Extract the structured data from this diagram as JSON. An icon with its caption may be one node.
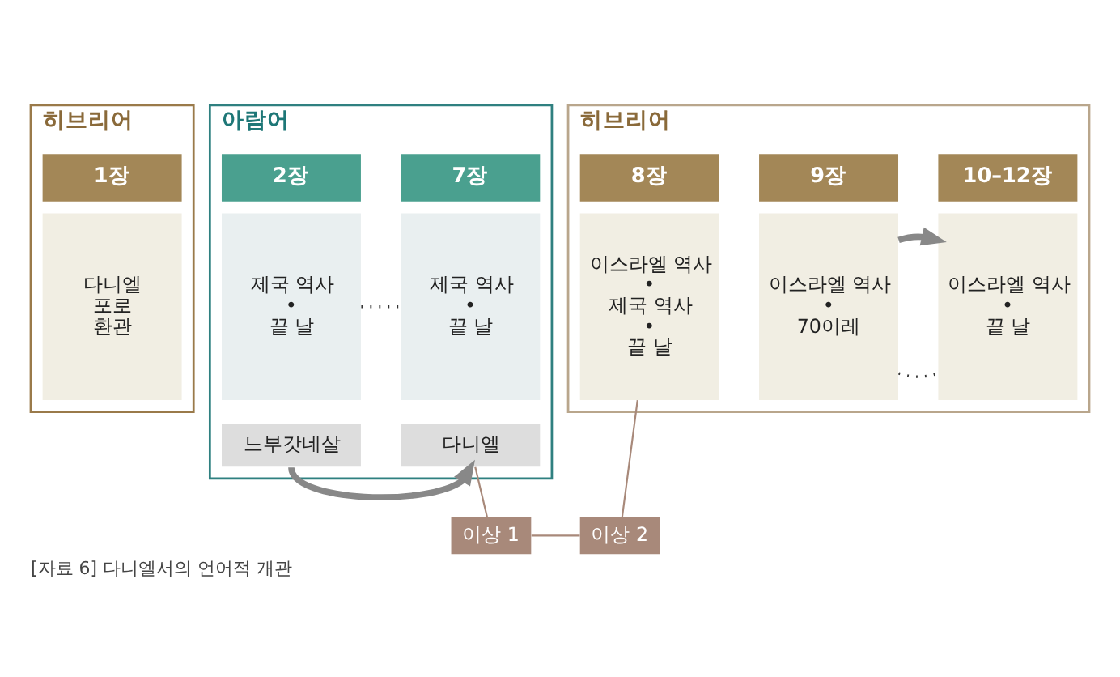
{
  "diagram": {
    "caption": "[자료 6] 다니엘서의 언어적 개관",
    "nodes": [
      {
        "text": [
          "히브리어"
        ]
      },
      {
        "text": [
          "1장"
        ],
        "in": 0
      },
      {
        "text": [
          "다니엘",
          "포로",
          "환관"
        ],
        "in": 0
      },
      {
        "text": [
          "아람어"
        ]
      },
      {
        "text": [
          "2장"
        ],
        "in": 3
      },
      {
        "text": [
          "제국 역사",
          "•",
          "끝 날"
        ],
        "in": 3
      },
      {
        "text": [
          "느부갓네살"
        ],
        "in": 3
      },
      {
        "text": [
          "7장"
        ],
        "in": 3
      },
      {
        "text": [
          "제국 역사",
          "•",
          "끝 날"
        ],
        "in": 3
      },
      {
        "text": [
          "다니엘"
        ],
        "in": 3
      },
      {
        "text": [
          "히브리어"
        ]
      },
      {
        "text": [
          "8장"
        ],
        "in": 10
      },
      {
        "text": [
          "이스라엘 역사",
          "•",
          "제국 역사",
          "•",
          "끝 날"
        ],
        "in": 10
      },
      {
        "text": [
          "9장"
        ],
        "in": 10
      },
      {
        "text": [
          "이스라엘 역사",
          "•",
          "70이레"
        ],
        "in": 10
      },
      {
        "text": [
          "10–12장"
        ],
        "in": 10
      },
      {
        "text": [
          "이스라엘 역사",
          "•",
          "끝 날"
        ],
        "in": 10
      },
      {
        "text": [
          "이상 1"
        ]
      },
      {
        "text": [
          "이상 2"
        ]
      }
    ],
    "edges": [
      {
        "from": 5,
        "to": 8,
        "arrow": "none",
        "style": "dashed",
        "color": "#333333"
      },
      {
        "from": 6,
        "to": 9,
        "arrow": "to",
        "style": "thick",
        "color": "#888888"
      },
      {
        "from": 9,
        "to": 17,
        "arrow": "none"
      },
      {
        "from": 17,
        "to": 18,
        "arrow": "none"
      },
      {
        "from": 12,
        "to": 18,
        "arrow": "none"
      },
      {
        "from": 14,
        "to": 16,
        "arrow": "none",
        "style": "dashed",
        "color": "#333333"
      },
      {
        "from": 14,
        "to": 16,
        "arrow": "to",
        "style": "thick",
        "color": "#888888"
      }
    ]
  }
}
